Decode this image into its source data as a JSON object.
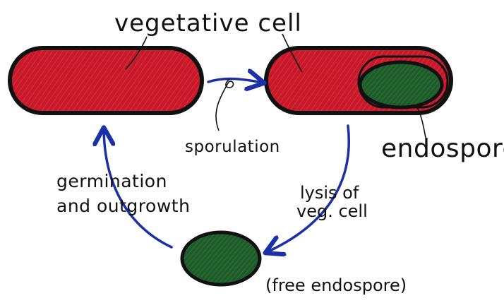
{
  "labels": {
    "vegetative_cell": "vegetative cell",
    "sporulation": "sporulation",
    "endospore": "endospore",
    "lysis_line1": "lysis of",
    "lysis_line2": "veg. cell",
    "germination_line1": "germination",
    "germination_line2": "and outgrowth",
    "free_endospore": "(free endospore)"
  },
  "colors": {
    "cell_fill": "#c8192b",
    "spore_fill": "#1f5a2a",
    "outline": "#111111",
    "arrow": "#1a2fa8",
    "text": "#111111"
  }
}
